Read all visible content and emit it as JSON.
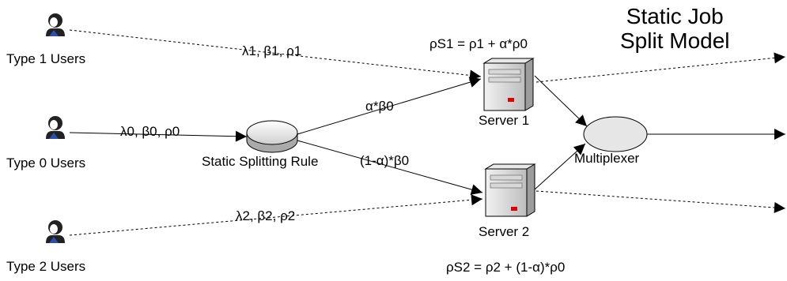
{
  "title": {
    "line1": "Static Job",
    "line2": "Split Model"
  },
  "users": {
    "type1": "Type 1 Users",
    "type0": "Type 0 Users",
    "type2": "Type 2 Users"
  },
  "flows": {
    "type1": "λ1, β1, ρ1",
    "type0": "λ0, β0, ρ0",
    "type2": "λ2, β2, ρ2",
    "to_server1": "α*β0",
    "to_server2": "(1-α)*β0"
  },
  "nodes": {
    "splitter": "Static Splitting Rule",
    "server1": "Server 1",
    "server2": "Server 2",
    "multiplexer": "Multiplexer"
  },
  "formulas": {
    "server1_load": "ρS1 = ρ1 + α*ρ0",
    "server2_load": "ρS2 = ρ2 + (1-α)*ρ0"
  },
  "colors": {
    "ink": "#000000",
    "server_led": "#e00000",
    "device_gray": "#c8c8c8"
  }
}
